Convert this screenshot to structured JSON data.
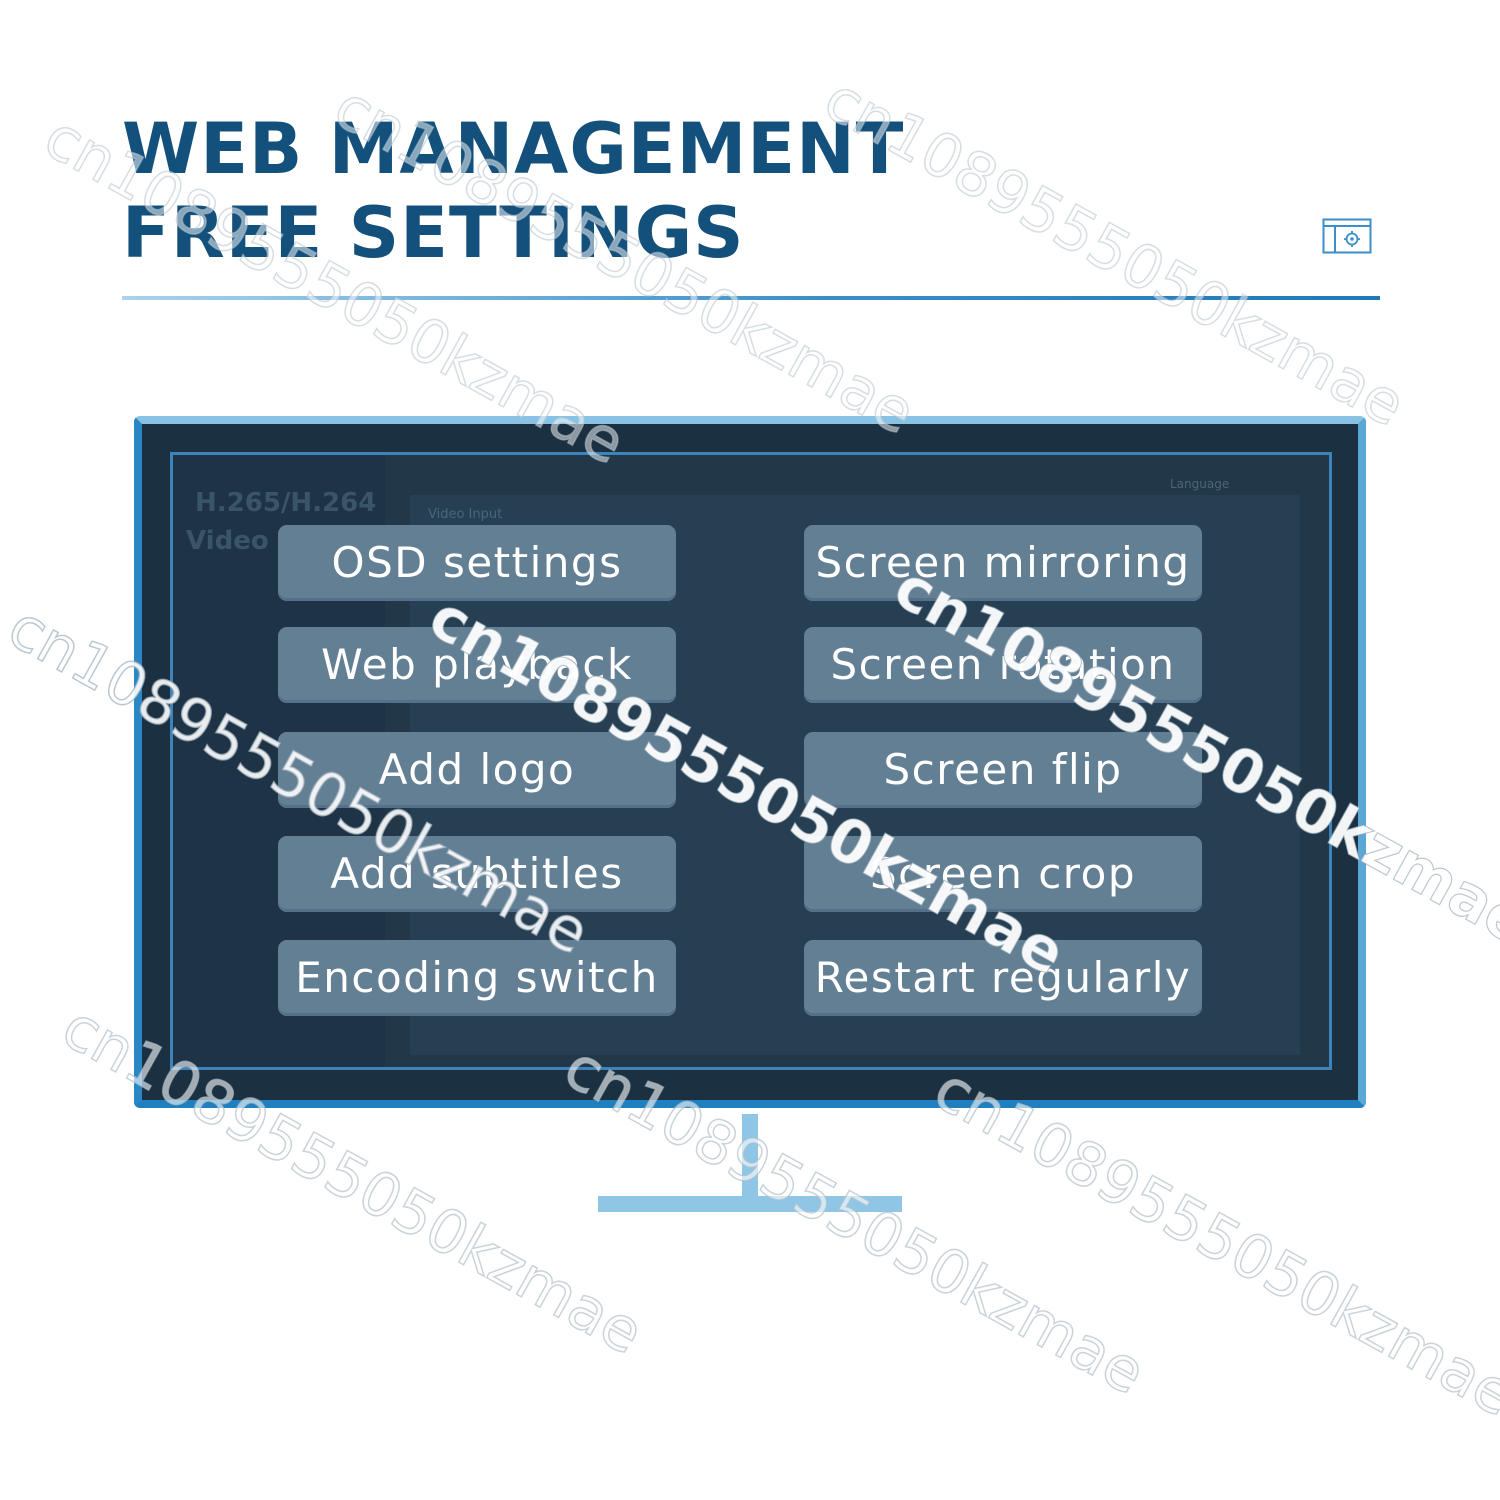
{
  "header": {
    "title_line1": "WEB MANAGEMENT",
    "title_line2": "FREE SETTINGS",
    "icon": "settings-window-icon"
  },
  "screen_background": {
    "title_line1": "H.265/H.264",
    "title_line2": "Video Encoder",
    "panel_label": "Video Input",
    "language_label": "Language"
  },
  "features": {
    "left": [
      "OSD settings",
      "Web playback",
      "Add logo",
      "Add subtitles",
      "Encoding switch"
    ],
    "right": [
      "Screen mirroring",
      "Screen rotation",
      "Screen flip",
      "Screen crop",
      "Restart regularly"
    ]
  },
  "watermark": {
    "text": "cn1089555050kzmae"
  },
  "colors": {
    "title": "#13507c",
    "button_bg": "#637f94",
    "screen_bg": "#1b3142",
    "frame_blue": "#1f78b8",
    "stand": "#8fc6e6"
  }
}
